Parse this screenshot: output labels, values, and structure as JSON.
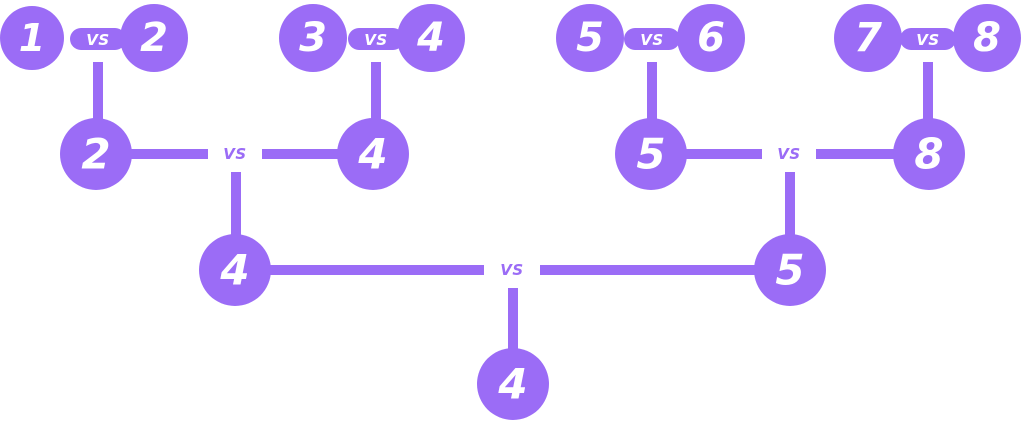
{
  "colors": {
    "accent": "#9b6cf6",
    "label_on_accent": "#ffffff"
  },
  "vs_label": "VS",
  "round1": {
    "match_1": {
      "left": "1",
      "right": "2"
    },
    "match_2": {
      "left": "3",
      "right": "4"
    },
    "match_3": {
      "left": "5",
      "right": "6"
    },
    "match_4": {
      "left": "7",
      "right": "8"
    }
  },
  "round2": {
    "match_1": {
      "left": "2",
      "right": "4"
    },
    "match_2": {
      "left": "5",
      "right": "8"
    }
  },
  "final": {
    "left": "4",
    "right": "5"
  },
  "winner": "4"
}
